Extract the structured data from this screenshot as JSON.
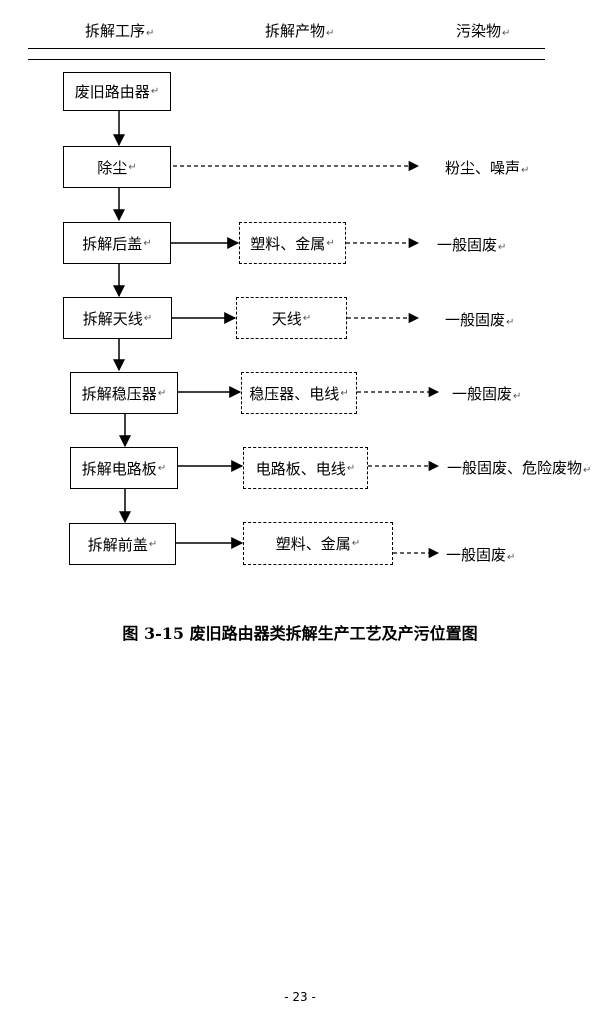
{
  "header": {
    "col1": "拆解工序",
    "col2": "拆解产物",
    "col3": "污染物",
    "mark": "↵"
  },
  "steps": [
    {
      "label": "废旧路由器"
    },
    {
      "label": "除尘"
    },
    {
      "label": "拆解后盖"
    },
    {
      "label": "拆解天线"
    },
    {
      "label": "拆解稳压器"
    },
    {
      "label": "拆解电路板"
    },
    {
      "label": "拆解前盖"
    }
  ],
  "products": [
    {
      "label": "塑料、金属"
    },
    {
      "label": "天线"
    },
    {
      "label": "稳压器、电线"
    },
    {
      "label": "电路板、电线"
    },
    {
      "label": "塑料、金属"
    }
  ],
  "pollutants": [
    {
      "label": "粉尘、噪声"
    },
    {
      "label": "一般固废"
    },
    {
      "label": "一般固废"
    },
    {
      "label": "一般固废"
    },
    {
      "label": "一般固废、危险废物"
    },
    {
      "label": "一般固废"
    }
  ],
  "caption": "图 3-15  废旧路由器类拆解生产工艺及产污位置图",
  "page_number": "- 23 -"
}
